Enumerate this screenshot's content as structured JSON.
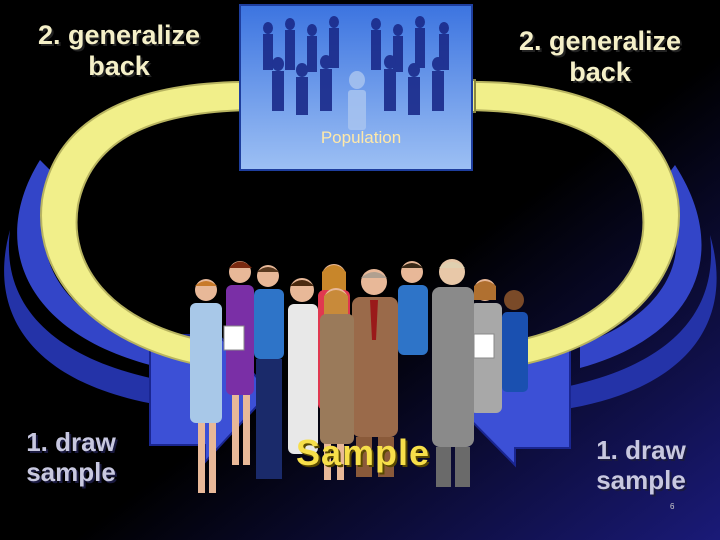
{
  "labels": {
    "generalize_left": [
      "2. generalize",
      "back"
    ],
    "generalize_right": [
      "2. generalize",
      "back"
    ],
    "draw_left": [
      "1. draw",
      "sample"
    ],
    "draw_right": [
      "1. draw",
      "sample"
    ],
    "population": "Population",
    "sample": "Sample",
    "page_number": "6"
  },
  "colors": {
    "background": "#000000",
    "loop_arrow_fill": "#f1ef8a",
    "outer_arrow_fill": "#3c50d6",
    "population_box": "#5b8ee8",
    "sample_text": "#f7df4a"
  },
  "icons": [
    "population-crowd-image",
    "sample-people-clipart"
  ]
}
